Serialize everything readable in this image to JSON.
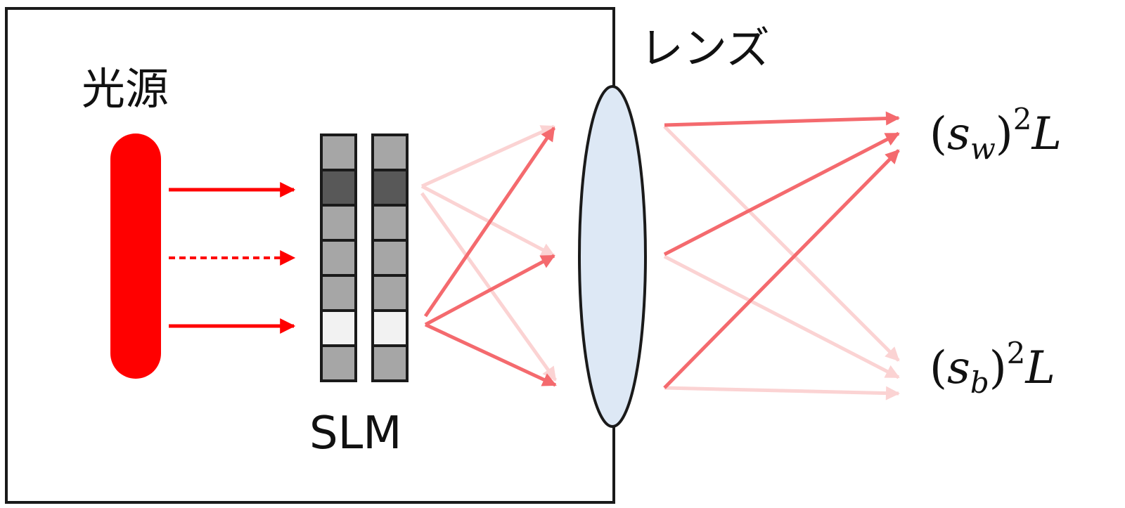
{
  "labels": {
    "light_source": "光源",
    "lens": "レンズ",
    "slm": "SLM"
  },
  "outputs": {
    "top": {
      "paren_open": "(",
      "base": "s",
      "subscript": "w",
      "paren_close": ")",
      "exponent": "2",
      "suffix": "L"
    },
    "bottom": {
      "paren_open": "(",
      "base": "s",
      "subscript": "b",
      "paren_close": ")",
      "exponent": "2",
      "suffix": "L"
    }
  },
  "slm": {
    "left_column_cells": [
      "light",
      "dark",
      "light",
      "light",
      "light",
      "white",
      "light"
    ],
    "right_column_cells": [
      "light",
      "dark",
      "light",
      "light",
      "light",
      "white",
      "light"
    ]
  },
  "source_beams": [
    "solid",
    "dashed",
    "solid"
  ],
  "colors": {
    "source": "#ff0000",
    "beam": "#ff0000",
    "ray_strong": "#f46a6e",
    "ray_faint": "#fbd3d3",
    "lens_fill": "#dde8f5",
    "slm_light": "#a6a6a6",
    "slm_dark": "#585858",
    "slm_white": "#f2f2f2",
    "frame": "#1a1a1a"
  }
}
